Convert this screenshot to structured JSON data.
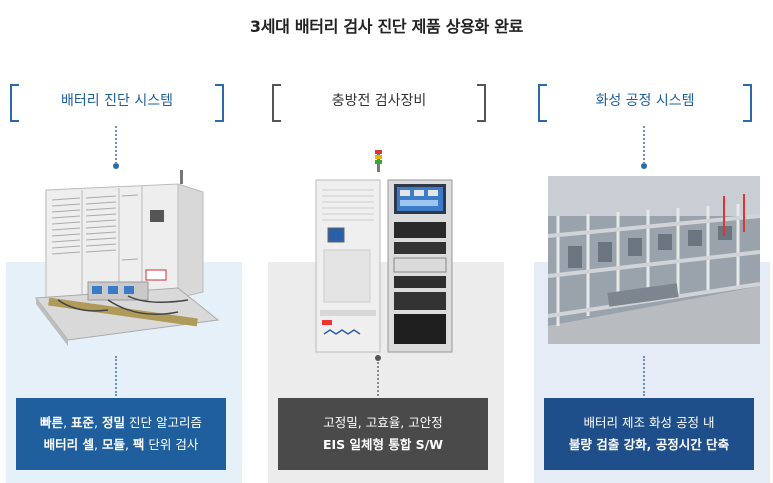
{
  "title": "3세대 배터리 검사 진단 제품 상용화 완료",
  "panels": [
    {
      "header": "배터리 진단 시스템",
      "caption_line1": [
        {
          "text": "빠른",
          "bold": true
        },
        {
          "text": ", ",
          "bold": false
        },
        {
          "text": "표준",
          "bold": true
        },
        {
          "text": ", ",
          "bold": false
        },
        {
          "text": "정밀",
          "bold": true
        },
        {
          "text": " 진단 알고리즘",
          "bold": false
        }
      ],
      "caption_line2": [
        {
          "text": "배터리 셀",
          "bold": true
        },
        {
          "text": ", ",
          "bold": false
        },
        {
          "text": "모듈",
          "bold": true
        },
        {
          "text": ", ",
          "bold": false
        },
        {
          "text": "팩",
          "bold": true
        },
        {
          "text": " 단위 검사",
          "bold": false
        }
      ]
    },
    {
      "header": "충방전 검사장비",
      "caption_line1": [
        {
          "text": "고정밀, 고효율, 고안정",
          "bold": false
        }
      ],
      "caption_line2": [
        {
          "text": "EIS 일체형 통합 S/W",
          "bold": true
        }
      ]
    },
    {
      "header": "화성 공정 시스템",
      "caption_line1": [
        {
          "text": "배터리 제조 화성 공정 내",
          "bold": false
        }
      ],
      "caption_line2": [
        {
          "text": "불량 검출 강화, 공정시간 단축",
          "bold": true
        }
      ]
    }
  ],
  "colors": {
    "blue": "#1f5f9e",
    "gray": "#4a4a4a",
    "navy": "#1f4f8a"
  }
}
